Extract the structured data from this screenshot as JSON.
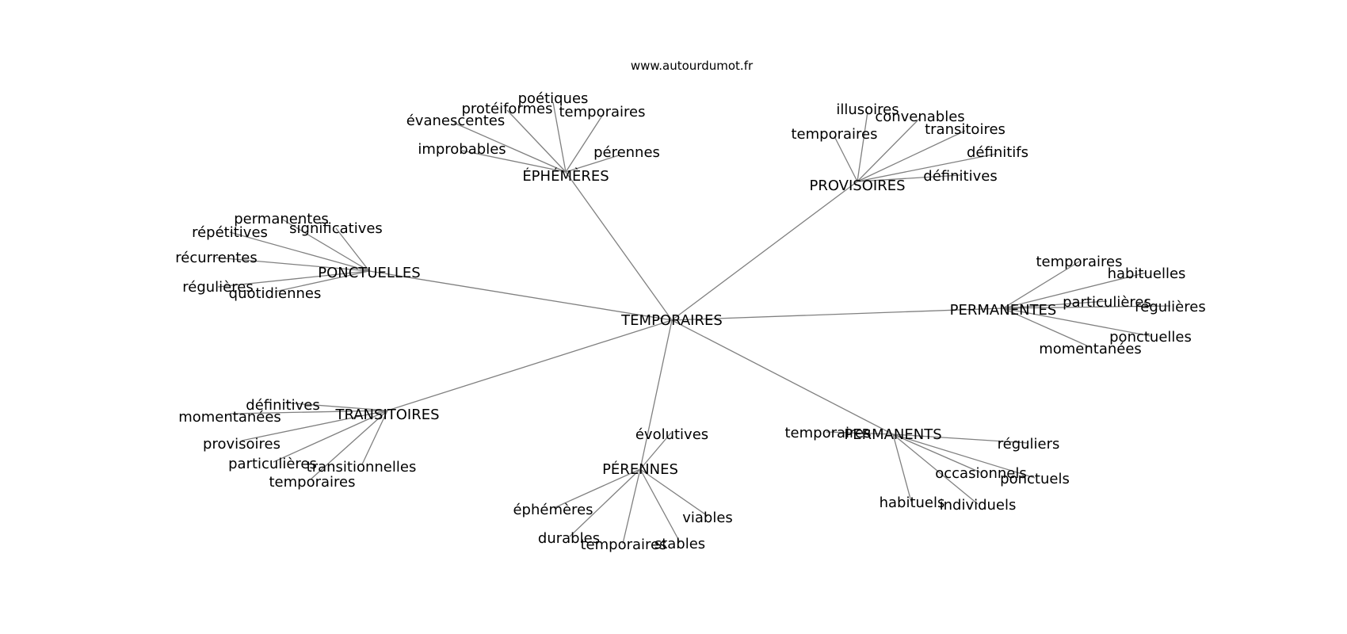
{
  "credit": "www.autourdumot.fr",
  "colors": {
    "edge": "#808080",
    "text": "#000000",
    "background": "#ffffff"
  },
  "graph": {
    "root": "TEMPORAIRES",
    "groups": [
      {
        "label": "ÉPHÉMÈRES",
        "leaves": [
          "poétiques",
          "protéiformes",
          "temporaires",
          "évanescentes",
          "improbables",
          "pérennes"
        ]
      },
      {
        "label": "PROVISOIRES",
        "leaves": [
          "illusoires",
          "convenables",
          "temporaires",
          "transitoires",
          "définitifs",
          "définitives"
        ]
      },
      {
        "label": "PONCTUELLES",
        "leaves": [
          "permanentes",
          "répétitives",
          "significatives",
          "récurrentes",
          "régulières",
          "quotidiennes"
        ]
      },
      {
        "label": "PERMANENTES",
        "leaves": [
          "temporaires",
          "habituelles",
          "particulières",
          "régulières",
          "ponctuelles",
          "momentanées"
        ]
      },
      {
        "label": "TRANSITOIRES",
        "leaves": [
          "définitives",
          "momentanées",
          "provisoires",
          "particulières",
          "transitionnelles",
          "temporaires"
        ]
      },
      {
        "label": "PÉRENNES",
        "leaves": [
          "évolutives",
          "éphémères",
          "viables",
          "durables",
          "temporaires",
          "stables"
        ]
      },
      {
        "label": "PERMANENTS",
        "leaves": [
          "temporaires",
          "réguliers",
          "occasionnels",
          "ponctuels",
          "habituels",
          "individuels"
        ]
      }
    ]
  }
}
